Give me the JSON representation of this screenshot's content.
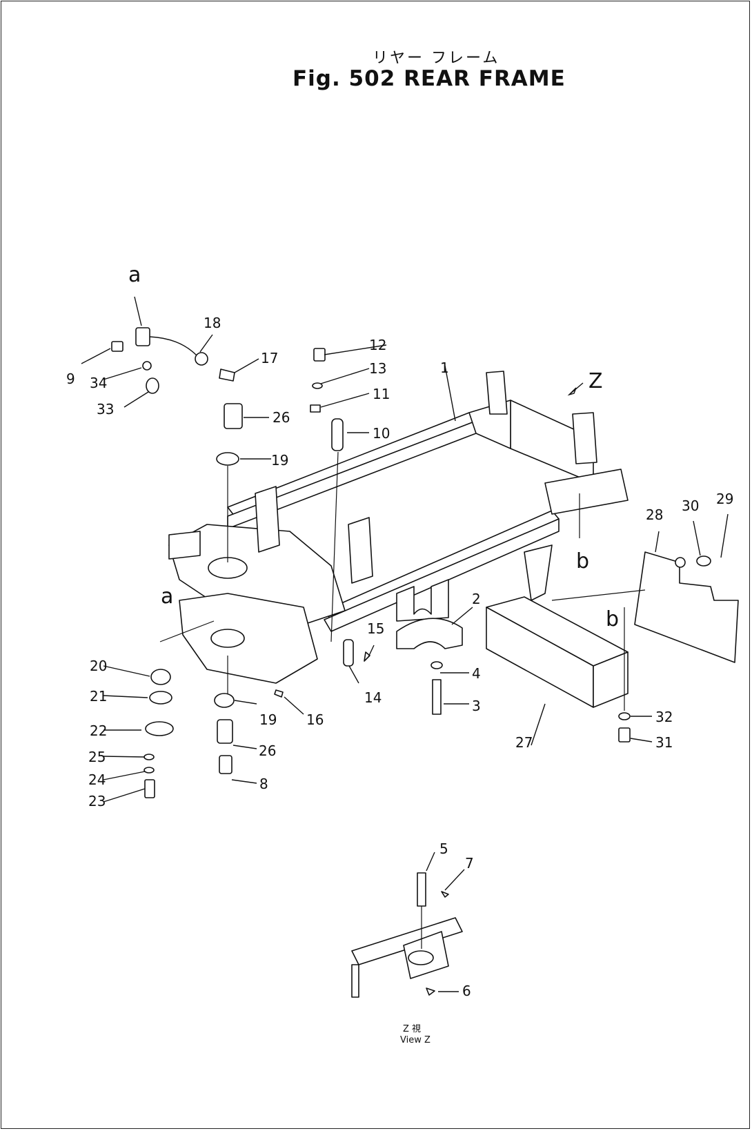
{
  "header": {
    "japanese_title": "リヤー フレーム",
    "title": "Fig. 502 REAR FRAME"
  },
  "callouts": {
    "view_letters": [
      "a",
      "a",
      "b",
      "b",
      "Z"
    ],
    "part_numbers": [
      "1",
      "2",
      "3",
      "4",
      "5",
      "6",
      "7",
      "8",
      "9",
      "10",
      "11",
      "12",
      "13",
      "14",
      "15",
      "16",
      "17",
      "18",
      "19",
      "19",
      "20",
      "21",
      "22",
      "23",
      "24",
      "25",
      "26",
      "26",
      "27",
      "28",
      "29",
      "30",
      "31",
      "32",
      "33",
      "34"
    ]
  },
  "inset": {
    "caption_jp": "Z 視",
    "caption": "View Z"
  }
}
